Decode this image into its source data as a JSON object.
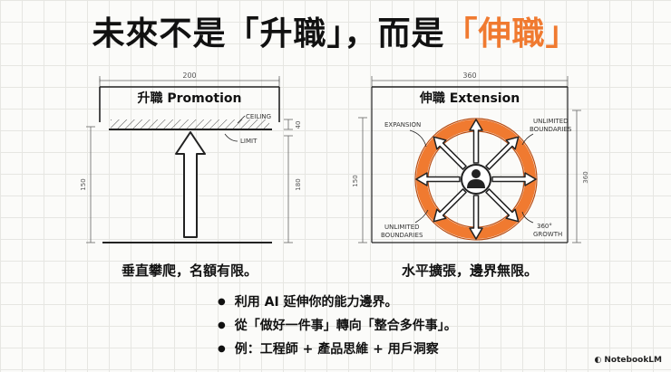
{
  "title": {
    "prefix": "未來不是「升職」，而是",
    "accent": "「伸職」",
    "accent_color": "#f07a30"
  },
  "left_panel": {
    "heading": "升職 Promotion",
    "dim_top": "200",
    "dim_side": "150",
    "dim_ceiling": "40",
    "dim_right": "180",
    "label_ceiling": "CEILING",
    "label_limit": "LIMIT",
    "caption": "垂直攀爬，名額有限。"
  },
  "right_panel": {
    "heading": "伸職 Extension",
    "dim_top": "360",
    "dim_side": "150",
    "dim_right": "360",
    "label_expansion": "EXPANSION",
    "label_unlimited_top_1": "UNLIMITED",
    "label_unlimited_top_2": "BOUNDARIES",
    "label_unlimited_bottom_1": "UNLIMITED",
    "label_unlimited_bottom_2": "BOUNDARIES",
    "label_growth_1": "360°",
    "label_growth_2": "GROWTH",
    "caption": "水平擴張，邊界無限。",
    "ring_color": "#f07a30",
    "icon": "person-icon"
  },
  "bullets": [
    "利用 AI 延伸你的能力邊界。",
    "從「做好一件事」轉向「整合多件事」。",
    "例：工程師 + 產品思維 + 用戶洞察"
  ],
  "logo": {
    "icon": "notebooklm-icon",
    "text": "NotebookLM"
  }
}
